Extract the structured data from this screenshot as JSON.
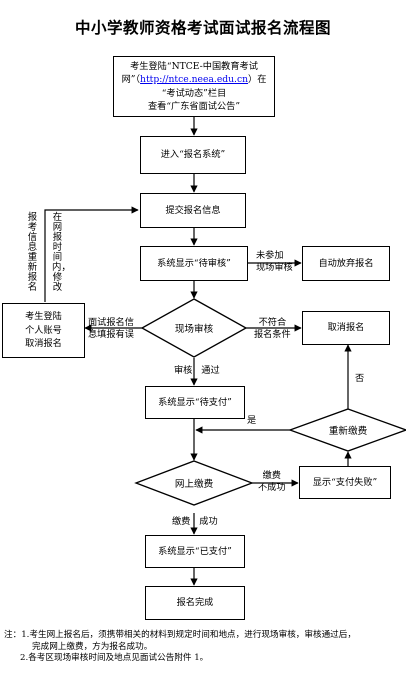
{
  "title": "中小学教师资格考试面试报名流程图",
  "boxes": {
    "login_line1": "考生登陆“NTCE-中国教育考试",
    "login_line2a": "网”（",
    "login_url": "http://ntce.neea.edu.cn",
    "login_line2b": "）在",
    "login_line3": "“考试动态”栏目",
    "login_line4": "查看“广东省面试公告”",
    "enter_system": "进入“报名系统”",
    "submit_info": "提交报名信息",
    "pending_review": "系统显示“待审核”",
    "auto_abandon": "自动放弃报名",
    "self_cancel_1": "考生登陆",
    "self_cancel_2": "个人账号",
    "self_cancel_3": "取消报名",
    "cancel_signup": "取消报名",
    "pending_payment": "系统显示“待支付”",
    "payment_failed": "显示“支付失败”",
    "paid": "系统显示“已支付”",
    "complete": "报名完成"
  },
  "decisions": {
    "onsite_review": "现场审核",
    "repay": "重新缴费",
    "online_payment": "网上缴费"
  },
  "edge_labels": {
    "not_attend_1": "未参加",
    "not_attend_2": "现场审核",
    "not_meet_1": "不符合",
    "not_meet_2": "报名条件",
    "info_error_1": "面试报名信",
    "info_error_2": "息填报有误",
    "review_pass_a": "审核",
    "review_pass_b": "通过",
    "no": "否",
    "yes": "是",
    "pay_fail_1": "缴费",
    "pay_fail_2": "不成功",
    "pay_success_a": "缴费",
    "pay_success_b": "成功",
    "edit_col1": "报考信息重新报名",
    "edit_col2": "在网报时间内，修改"
  },
  "notes": {
    "prefix": "注：",
    "line1a": "1.考生网上报名后，须携带相关的材料到规定时间和地点，进行现场审核，审核通过后，",
    "line1b": "完成网上缴费，方为报名成功。",
    "line2": "2.各考区现场审核时间及地点见面试公告附件 1。"
  }
}
